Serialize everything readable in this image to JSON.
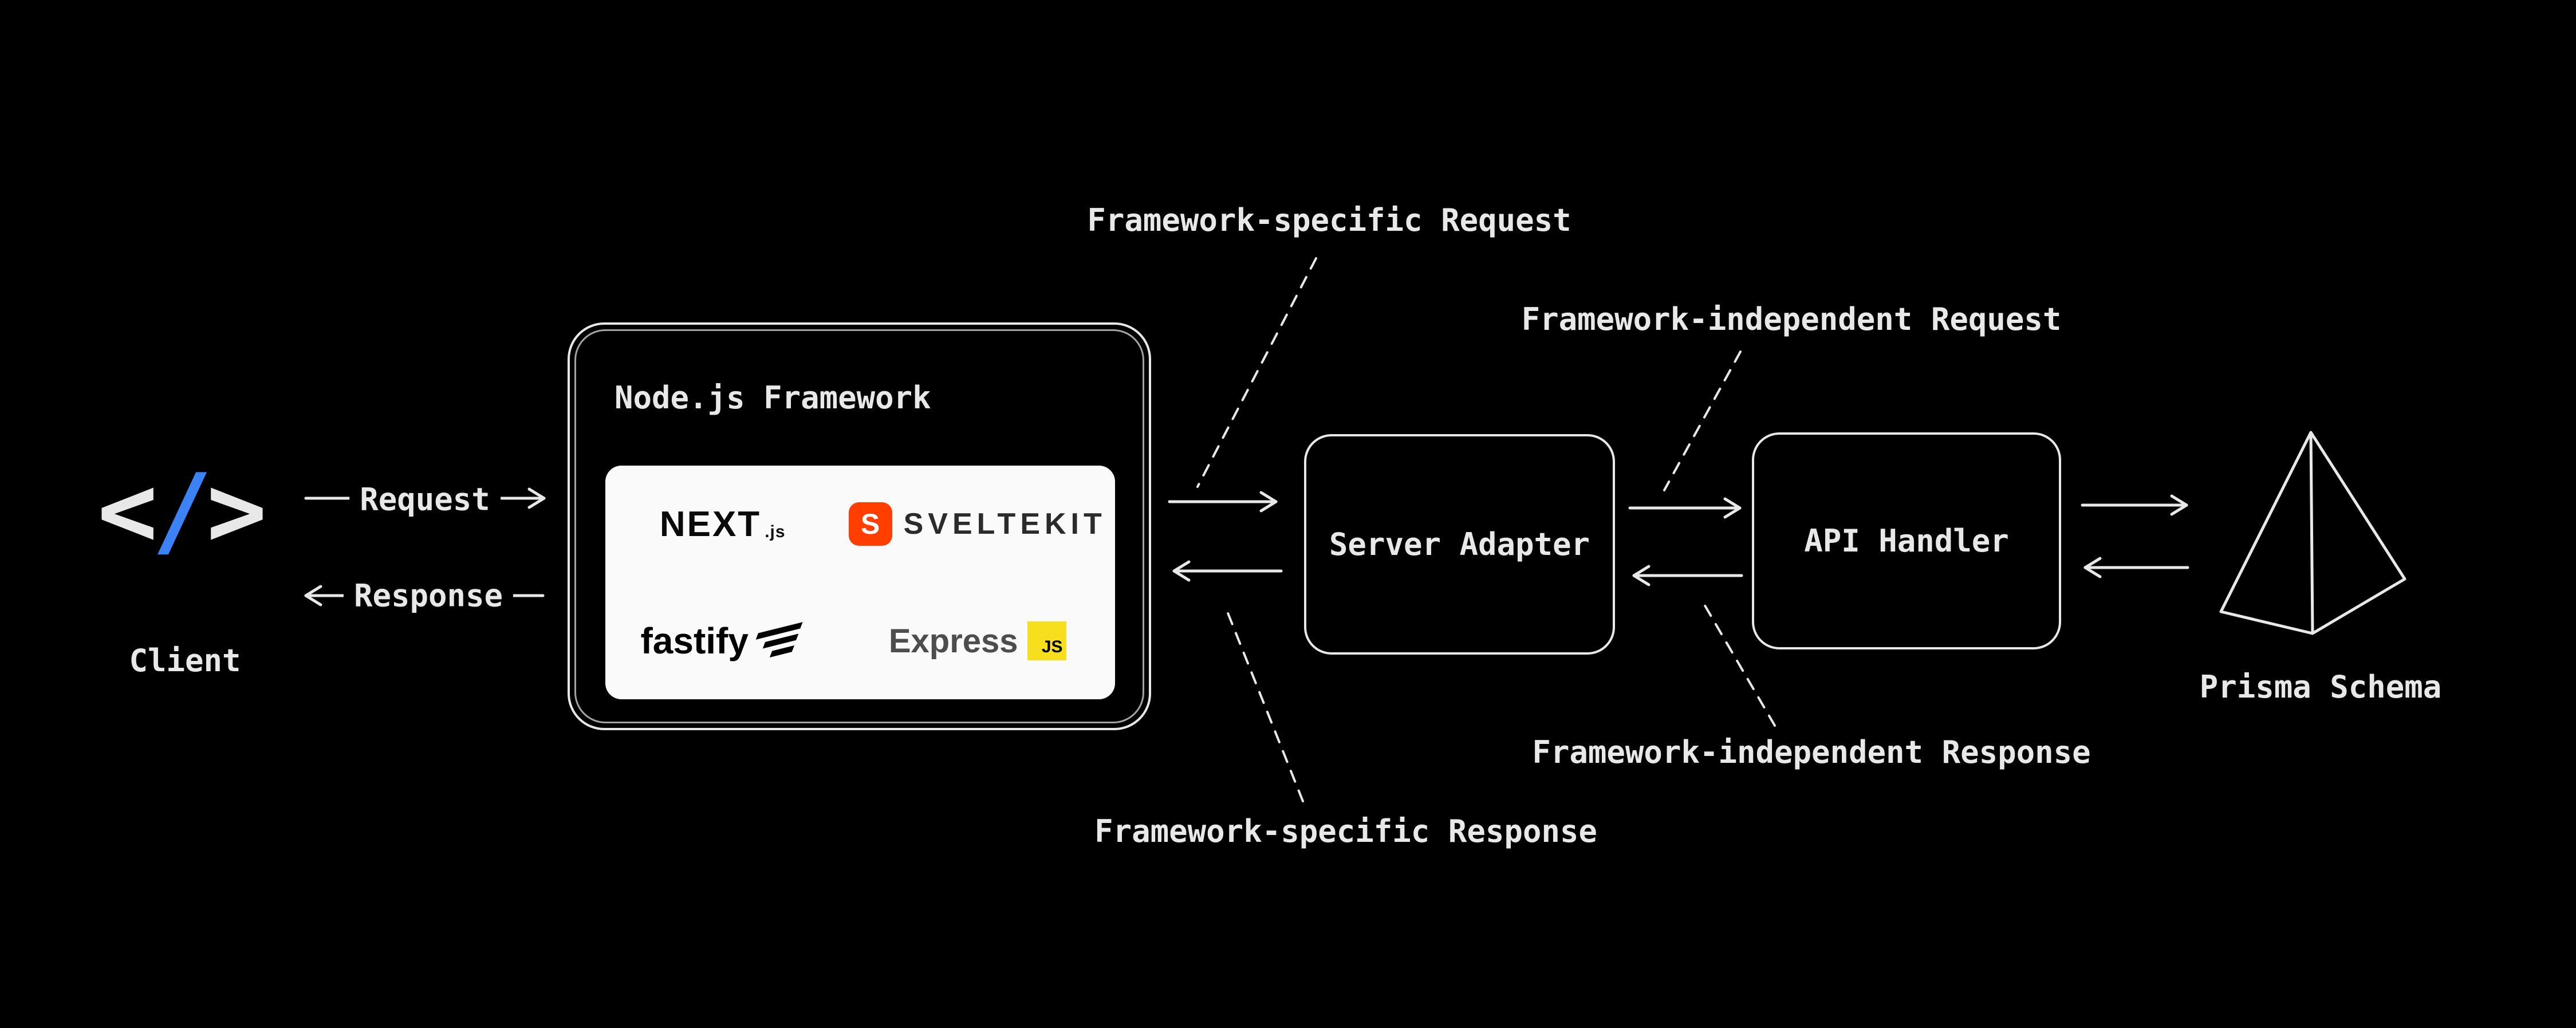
{
  "diagram": {
    "client": {
      "bracket_left": "<",
      "slash": "/",
      "bracket_right": ">",
      "label": "Client"
    },
    "client_flow": {
      "request": "Request",
      "response": "Response"
    },
    "framework": {
      "title": "Node.js Framework",
      "logos": {
        "nextjs": {
          "text": "NEXT",
          "suffix": ".js"
        },
        "sveltekit": {
          "icon_letter": "S",
          "text": "SVELTEKIT"
        },
        "fastify": {
          "text": "fastify"
        },
        "express": {
          "text": "Express",
          "badge": "JS"
        }
      }
    },
    "server_adapter": {
      "label": "Server Adapter"
    },
    "api_handler": {
      "label": "API Handler"
    },
    "prisma": {
      "label": "Prisma Schema"
    },
    "annotations": {
      "framework_specific_request": "Framework-specific Request",
      "framework_independent_request": "Framework-independent Request",
      "framework_independent_response": "Framework-independent Response",
      "framework_specific_response": "Framework-specific Response"
    },
    "colors": {
      "background": "#000000",
      "stroke": "#e8e8e8",
      "client_slash_blue": "#3b82f6",
      "svelte_orange": "#ff3e00",
      "express_yellow": "#f7df1e"
    }
  }
}
